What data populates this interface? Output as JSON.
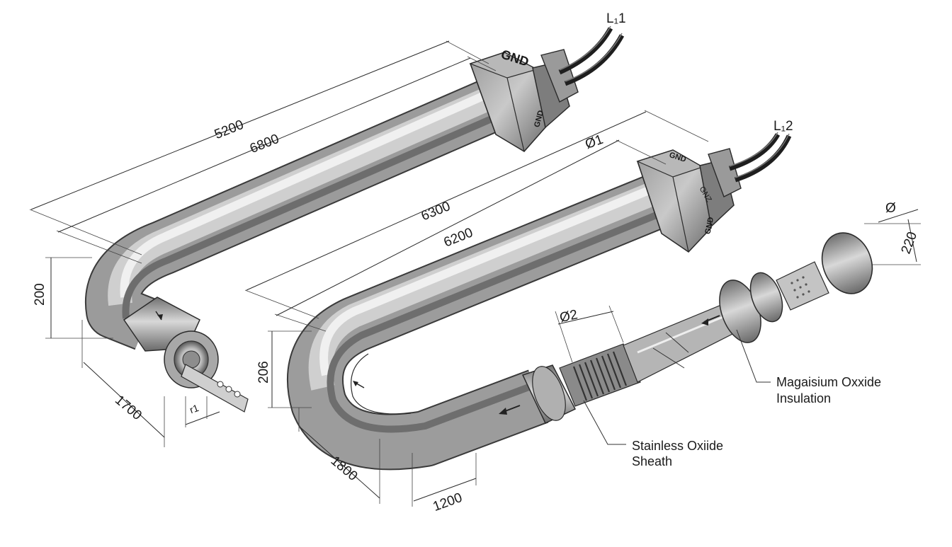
{
  "diagram": {
    "dimensions": {
      "d5200": "5200",
      "d6800": "6800",
      "d200": "200",
      "d1700": "1700",
      "d_r1": "r1",
      "d_o1": "Ø1",
      "d6300": "6300",
      "d6200": "6200",
      "d206": "206",
      "d1800": "1800",
      "d1200": "1200",
      "d_o2": "Ø2",
      "d_phi": "Ø",
      "d220": "220"
    },
    "leads": {
      "lead1": "L₁1",
      "lead2": "L₁2"
    },
    "nut_marks": {
      "nut1_top": "GND",
      "nut1_side": "GND",
      "nut2_top": "GND",
      "nut2_side": "GNZ",
      "nut2_side2": "GND"
    },
    "callouts": {
      "insulation_line1": "Magaisium Oxxide",
      "insulation_line2": "Insulation",
      "sheath_line1": "Stainless Oxiide",
      "sheath_line2": "Sheath"
    }
  }
}
